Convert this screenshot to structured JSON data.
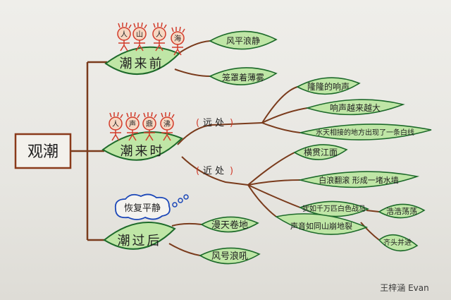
{
  "root": {
    "label": "观潮"
  },
  "branches": [
    {
      "label": "潮来前",
      "people": [
        "人",
        "山",
        "人",
        "海"
      ],
      "details": [
        "风平浪静",
        "笼罩着薄雾"
      ]
    },
    {
      "label": "潮来时",
      "people": [
        "人",
        "声",
        "鼎",
        "沸"
      ],
      "groups": [
        {
          "label": "远 处",
          "details": [
            "隆隆的响声",
            "响声越来越大",
            "水天相接的地方出现了一条白线"
          ]
        },
        {
          "label": "近 处",
          "details": [
            "横贯江面",
            "白浪翻滚 形成一堵水墙",
            "犹如千万匹白色战马",
            "声音如同山崩地裂"
          ],
          "extra": [
            "浩浩荡荡",
            "齐头并进"
          ]
        }
      ]
    },
    {
      "label": "潮过后",
      "cloud": "恢复平静",
      "details": [
        "漫天卷地",
        "风号浪吼"
      ]
    }
  ],
  "signature": "王梓涵 Evan",
  "colors": {
    "leaf": "#bfe6a6",
    "leaf_stroke": "#1d6a2a",
    "stem": "#7a3b1c",
    "root_border": "#8a3a1a",
    "accent": "#d23b2a",
    "cloud": "#1a46b8"
  }
}
